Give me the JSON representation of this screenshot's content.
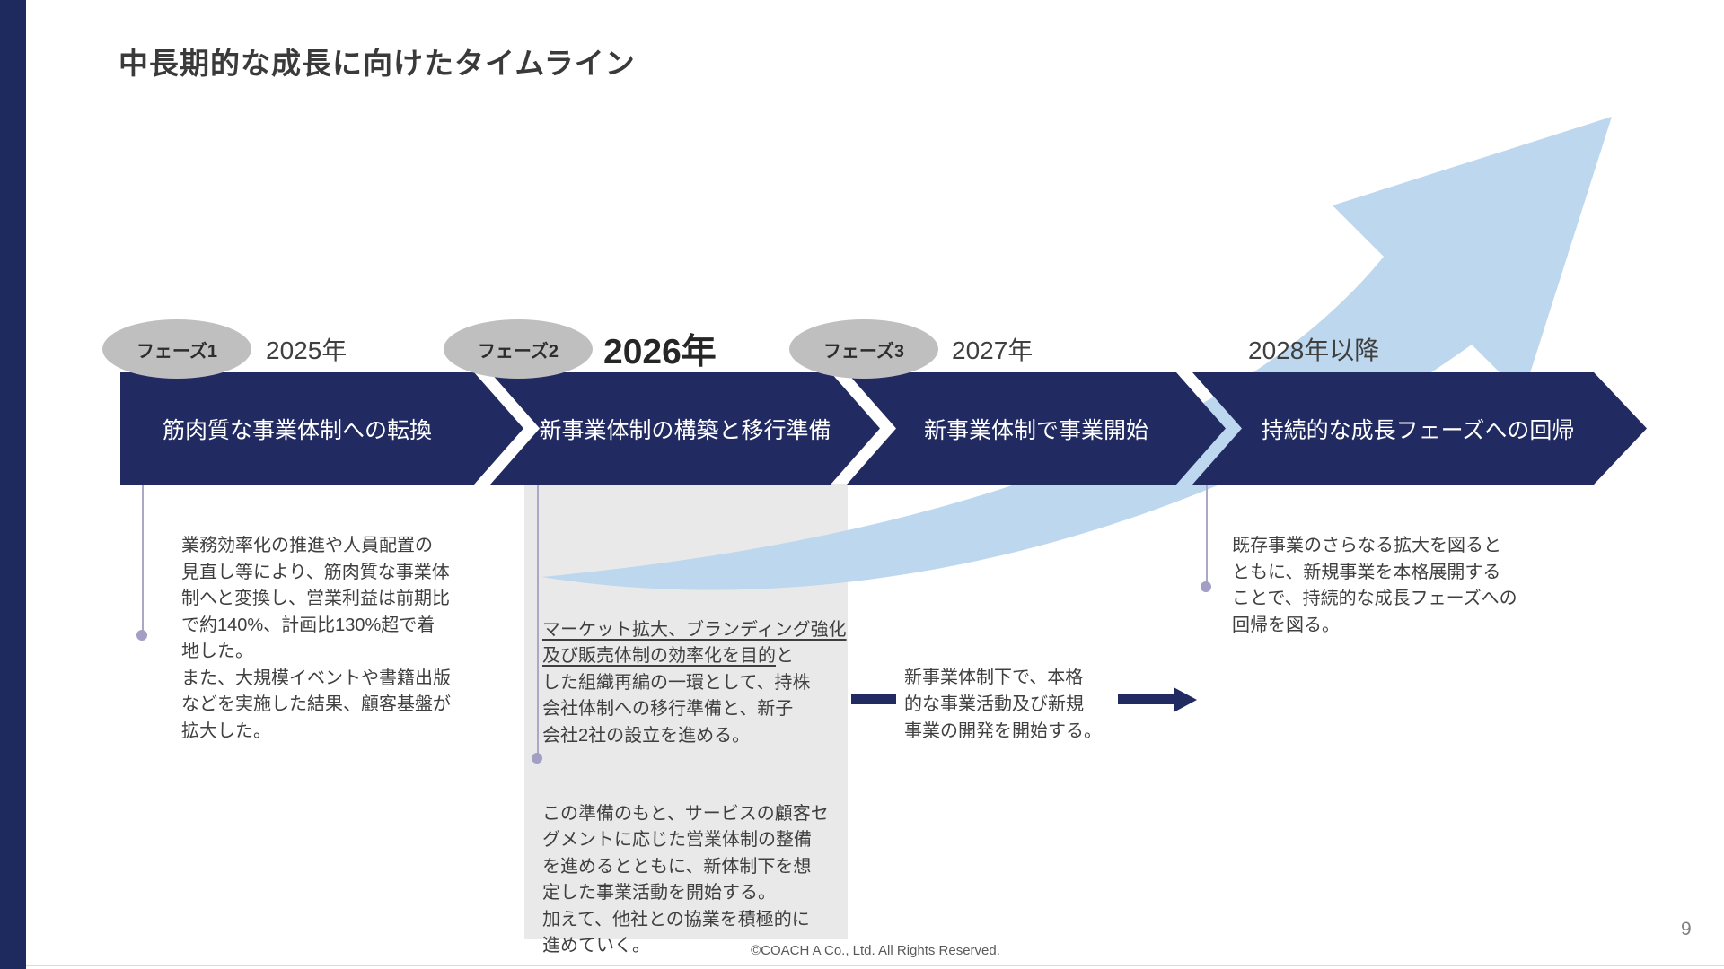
{
  "title": "中長期的な成長に向けたタイムライン",
  "timeline": {
    "phases": [
      {
        "badge": "フェーズ1",
        "year": "2025年",
        "label": "筋肉質な事業体制への転換"
      },
      {
        "badge": "フェーズ2",
        "year": "2026年",
        "label": "新事業体制の構築と移行準備"
      },
      {
        "badge": "フェーズ3",
        "year": "2027年",
        "label": "新事業体制で事業開始"
      },
      {
        "year": "2028年以降",
        "label": "持続的な成長フェーズへの回帰"
      }
    ]
  },
  "notes": {
    "phase1": "業務効率化の推進や人員配置の\n見直し等により、筋肉質な事業体\n制へと変換し、営業利益は前期比\nで約140%、計画比130%超で着\n地した。\nまた、大規模イベントや書籍出版\nなどを実施した結果、顧客基盤が\n拡大した。",
    "phase2_underlined": "マーケット拡大、ブランディング強化\n及び販売体制の効率化を目的",
    "phase2_rest": "と\nした組織再編の一環として、持株\n会社体制への移行準備と、新子\n会社2社の設立を進める。",
    "phase2_para2": "この準備のもと、サービスの顧客セ\nグメントに応じた営業体制の整備\nを進めるとともに、新体制下を想\n定した事業活動を開始する。\n加えて、他社との協業を積極的に\n進めていく。",
    "phase3": "新事業体制下で、本格\n的な事業活動及び新規\n事業の開発を開始する。",
    "phase4": "既存事業のさらなる拡大を図ると\nともに、新規事業を本格展開する\nことで、持続的な成長フェーズへの\n回帰を図る。"
  },
  "footer": "©COACH A Co., Ltd. All Rights Reserved.",
  "page_number": "9",
  "colors": {
    "navy": "#212a61",
    "light_blue": "#bdd7ee",
    "badge_gray": "#bfbfbf",
    "box_gray": "#e9e9e9",
    "connector": "#a29ec4",
    "body_text": "#3f3f3f"
  }
}
